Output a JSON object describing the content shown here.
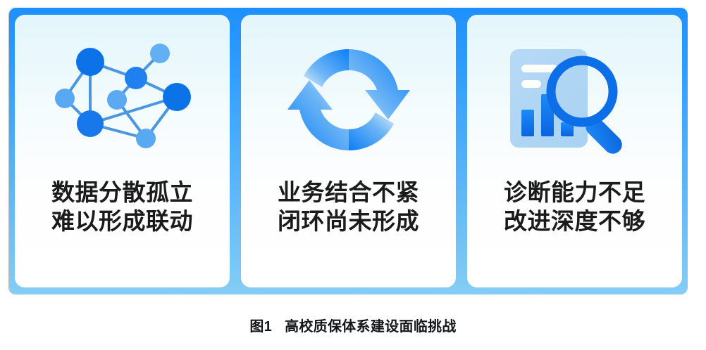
{
  "figure": {
    "caption_label": "图1",
    "caption_title": "高校质保体系建设面临挑战",
    "banner_border_color": "#2b9bff",
    "banner_border_bottom_color": "#84cdf5",
    "card_background_top": "#e3f6fb",
    "card_background_bottom": "#ffffff",
    "text_color": "#1b1b1b"
  },
  "cards": [
    {
      "icon": "network-graph-icon",
      "line1": "数据分散孤立",
      "line2": "难以形成联动",
      "accent_dark": "#0b72e8",
      "accent_mid": "#2f8ef0",
      "accent_light": "#6fb4f2"
    },
    {
      "icon": "refresh-cycle-icon",
      "line1": "业务结合不紧",
      "line2": "闭环尚未形成",
      "accent_dark": "#0a7bf5",
      "accent_mid": "#3a9bf7",
      "accent_light": "#d7ecfb"
    },
    {
      "icon": "report-magnifier-icon",
      "line1": "诊断能力不足",
      "line2": "改进深度不够",
      "accent_dark": "#0a6fe8",
      "accent_mid": "#1e86f5",
      "accent_light": "#aed4f2"
    }
  ]
}
